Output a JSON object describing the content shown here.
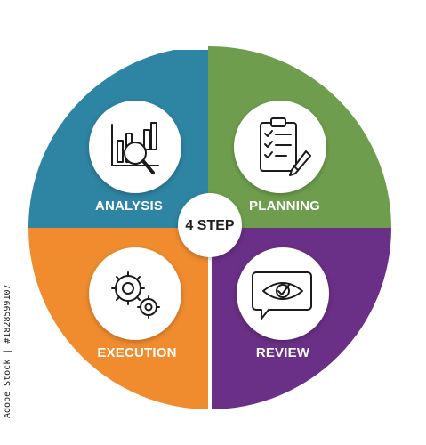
{
  "center": {
    "label": "4 STEP"
  },
  "steps": [
    {
      "label": "ANALYSIS",
      "color": "#2E84A3",
      "icon": "analysis-chart-magnifier-icon"
    },
    {
      "label": "PLANNING",
      "color": "#6E9E4D",
      "icon": "clipboard-checklist-icon"
    },
    {
      "label": "EXECUTION",
      "color": "#F08C2E",
      "icon": "gears-icon"
    },
    {
      "label": "REVIEW",
      "color": "#6A2F86",
      "icon": "eye-speech-bubble-icon"
    }
  ],
  "side_text": "Adobe Stock | #1828599107"
}
